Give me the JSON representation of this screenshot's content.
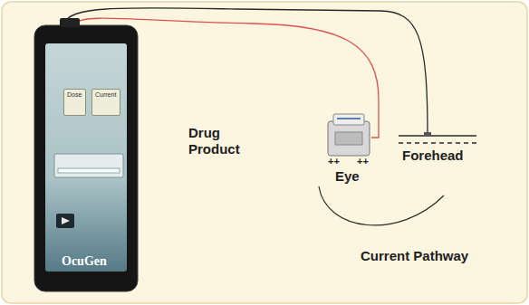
{
  "diagram": {
    "nodes": [
      {
        "text": [
          "Dose"
        ]
      },
      {
        "text": [
          "Current"
        ]
      }
    ],
    "labels": [
      "Drug Product",
      "Eye",
      "Forehead",
      "Current Pathway",
      "++",
      "++",
      "OcuGen"
    ]
  }
}
